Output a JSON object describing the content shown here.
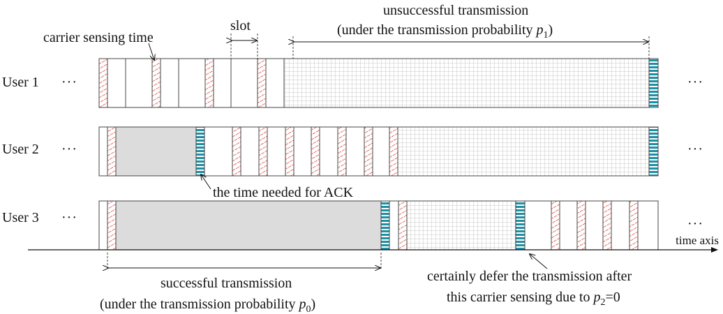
{
  "labels": {
    "carrier_sensing_time": "carrier sensing time",
    "slot": "slot",
    "unsuccessful_line1": "unsuccessful transmission",
    "unsuccessful_line2_prefix": "(under the transmission probability ",
    "p1_var": "p",
    "p1_sub": "1",
    "paren_close": ")",
    "ack_note": "the time needed for ACK",
    "successful_line1": "successful transmission",
    "successful_line2_prefix": "(under the transmission probability ",
    "p0_var": "p",
    "p0_sub": "0",
    "defer_line1": "certainly defer the transmission after",
    "defer_line2_prefix": "this carrier sensing due to ",
    "p2_var": "p",
    "p2_sub": "2",
    "p2_value": "=0",
    "time_axis": "time axis",
    "ellipsis": "···"
  },
  "users": [
    {
      "name": "User 1",
      "dots": "···"
    },
    {
      "name": "User 2",
      "dots": "···"
    },
    {
      "name": "User 3",
      "dots": "···"
    }
  ],
  "colors": {
    "carrier_sensing": "#d42a1e",
    "ack": "#1f8fa3",
    "successful_transmission": "#dcdcdc",
    "unsuccessful_grid": "#b8b8b8",
    "border": "#444444"
  }
}
